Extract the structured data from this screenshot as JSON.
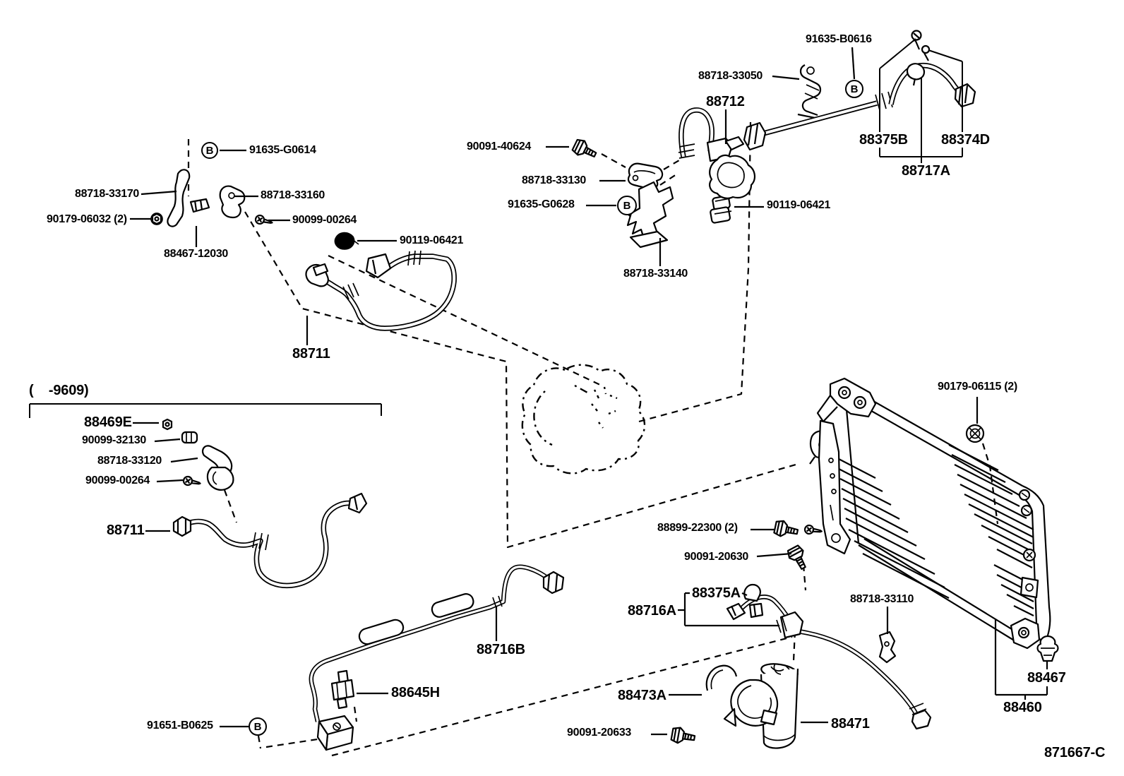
{
  "diagram": {
    "type": "parts-diagram",
    "drawing_code": "871667-C",
    "marker": "B",
    "production_note": "(    -9609)",
    "parts": {
      "g0614": "91635-G0614",
      "p33170": "88718-33170",
      "p06032": "90179-06032 (2)",
      "p33160": "88718-33160",
      "p00264": "90099-00264",
      "p12030": "88467-12030",
      "p06421": "90119-06421",
      "p88711": "88711",
      "p40624": "90091-40624",
      "p33130": "88718-33130",
      "g0628": "91635-G0628",
      "p33140": "88718-33140",
      "p33050": "88718-33050",
      "p88712": "88712",
      "b0616": "91635-B0616",
      "p88375B": "88375B",
      "p88374D": "88374D",
      "p88717A": "88717A",
      "p88469E": "88469E",
      "p32130": "90099-32130",
      "p33120": "88718-33120",
      "p06115": "90179-06115 (2)",
      "p22300": "88899-22300 (2)",
      "p20630": "90091-20630",
      "p88375A": "88375A",
      "p88716A": "88716A",
      "p33110": "88718-33110",
      "p88467": "88467",
      "p88460": "88460",
      "p88716B": "88716B",
      "p88645H": "88645H",
      "b0625": "91651-B0625",
      "p88473A": "88473A",
      "p20633": "90091-20633",
      "p88471": "88471"
    }
  }
}
